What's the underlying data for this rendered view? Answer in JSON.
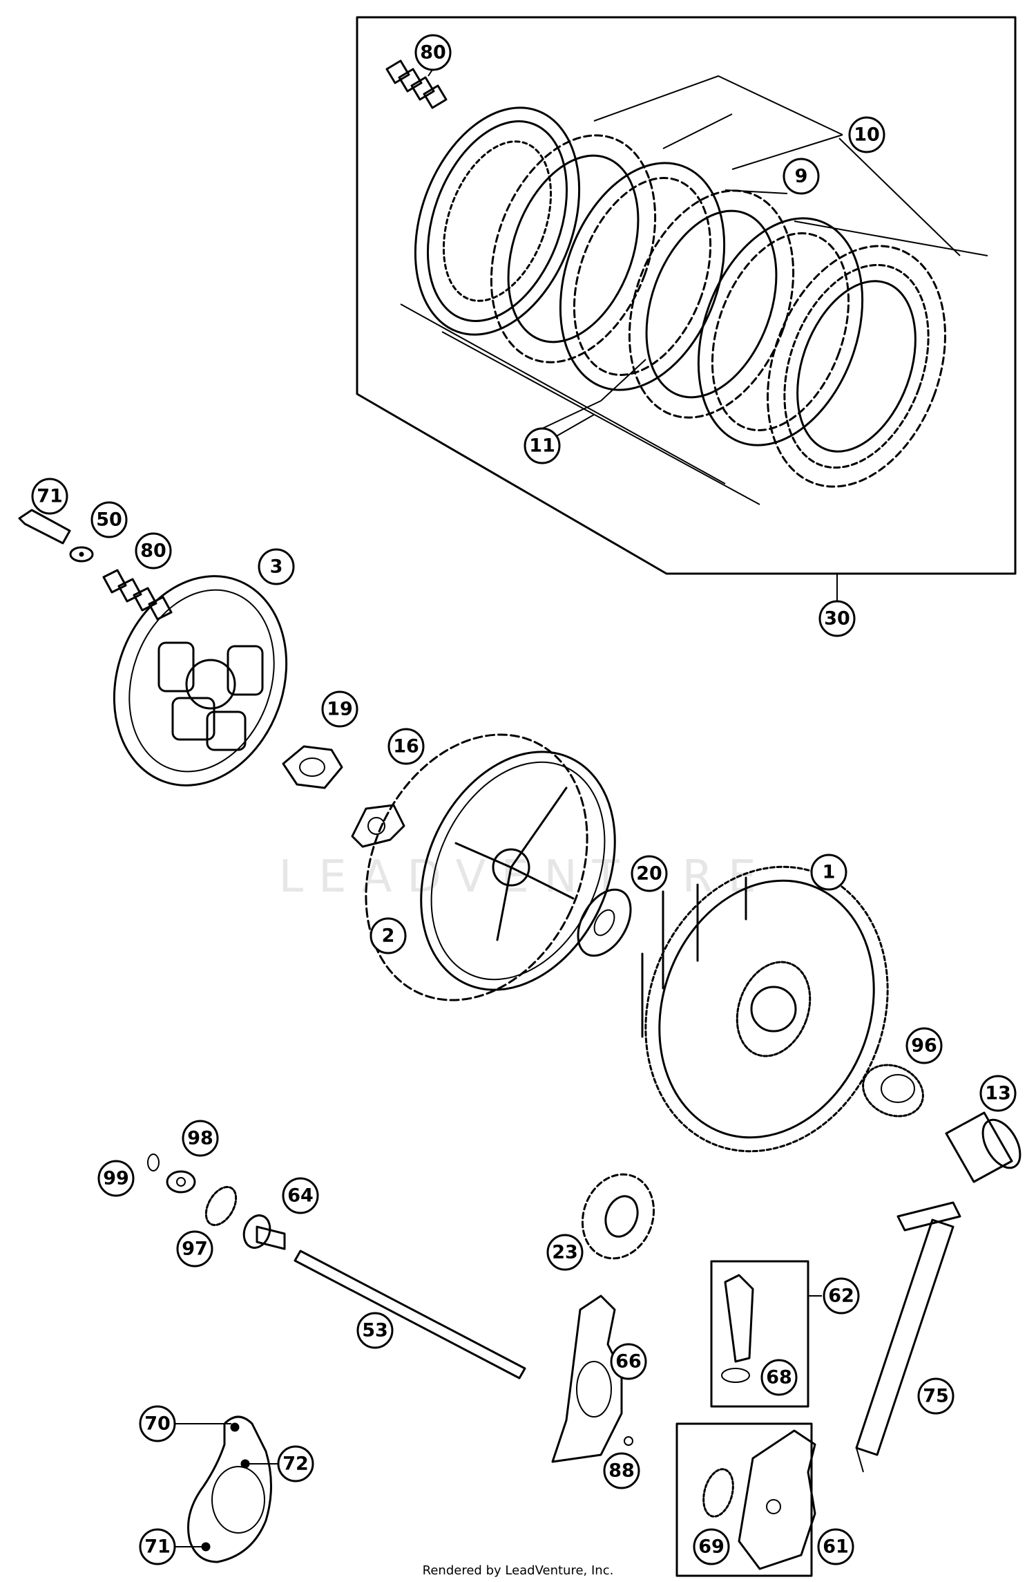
{
  "diagram": {
    "watermark": "LEADVENTURE",
    "credit": "Rendered by LeadVenture, Inc."
  },
  "callouts": [
    {
      "id": "c80-top",
      "label": "80"
    },
    {
      "id": "c10",
      "label": "10"
    },
    {
      "id": "c9",
      "label": "9"
    },
    {
      "id": "c11",
      "label": "11"
    },
    {
      "id": "c30",
      "label": "30"
    },
    {
      "id": "c71-top",
      "label": "71"
    },
    {
      "id": "c50",
      "label": "50"
    },
    {
      "id": "c80-mid",
      "label": "80"
    },
    {
      "id": "c3",
      "label": "3"
    },
    {
      "id": "c19",
      "label": "19"
    },
    {
      "id": "c16",
      "label": "16"
    },
    {
      "id": "c20",
      "label": "20"
    },
    {
      "id": "c1",
      "label": "1"
    },
    {
      "id": "c2",
      "label": "2"
    },
    {
      "id": "c96",
      "label": "96"
    },
    {
      "id": "c13",
      "label": "13"
    },
    {
      "id": "c98",
      "label": "98"
    },
    {
      "id": "c99",
      "label": "99"
    },
    {
      "id": "c64",
      "label": "64"
    },
    {
      "id": "c97",
      "label": "97"
    },
    {
      "id": "c23",
      "label": "23"
    },
    {
      "id": "c62",
      "label": "62"
    },
    {
      "id": "c53",
      "label": "53"
    },
    {
      "id": "c66",
      "label": "66"
    },
    {
      "id": "c68",
      "label": "68"
    },
    {
      "id": "c75",
      "label": "75"
    },
    {
      "id": "c70",
      "label": "70"
    },
    {
      "id": "c72",
      "label": "72"
    },
    {
      "id": "c88",
      "label": "88"
    },
    {
      "id": "c71-bot",
      "label": "71"
    },
    {
      "id": "c69",
      "label": "69"
    },
    {
      "id": "c61",
      "label": "61"
    }
  ]
}
